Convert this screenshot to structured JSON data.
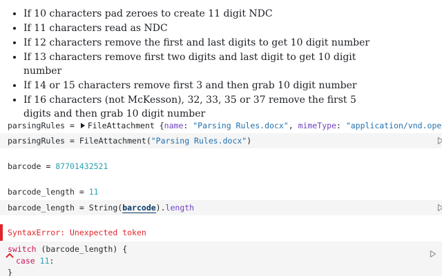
{
  "bullets": [
    "If 10 characters pad zeroes to create 11 digit NDC",
    "If 11 characters read as NDC",
    "If 12 characters remove the first and last digits to get 10 digit number",
    "If 13 characters remove first two digits and last digit to get 10 digit number",
    "If 14 or 15 characters remove first 3 and then grab 10 digit number",
    "If 16 characters (not McKesson), 32, 33, 35 or 37 remove the first 5 digits and then grab 10 digit number"
  ],
  "output1": {
    "var": "parsingRules",
    "eq": " = ",
    "type": "FileAttachment",
    "open": " {",
    "k1": "name",
    "colon1": ": ",
    "v1": "\"Parsing Rules.docx\"",
    "sep": ", ",
    "k2": "mimeType",
    "colon2": ": ",
    "v2": "\"application/vnd.openxmlfo"
  },
  "input1": {
    "var": "parsingRules",
    "eq": " = ",
    "fn": "FileAttachment",
    "open": "(",
    "arg": "\"Parsing Rules.docx\"",
    "close": ")"
  },
  "output2": {
    "var": "barcode",
    "eq": " = ",
    "value": "87701432521"
  },
  "output3": {
    "var": "barcode_length",
    "eq": " = ",
    "value": "11"
  },
  "input2": {
    "var": "barcode_length",
    "eq": " = ",
    "fn": "String",
    "open": "(",
    "arg": "barcode",
    "close": ")",
    "dot": ".",
    "prop": "length"
  },
  "error": {
    "text": "SyntaxError: Unexpected token"
  },
  "input3": {
    "line1_kw": "switch",
    "line1_open": " (",
    "line1_var": "barcode_length",
    "line1_close": ") {",
    "line2_kw": "case",
    "line2_sp": " ",
    "line2_num": "11",
    "line2_colon": ":",
    "line3": "}"
  },
  "colors": {
    "error": "#e0252a",
    "string": "#1f6fae",
    "number": "#2aa1b3",
    "keyword": "#c2185b",
    "property": "#6f42c1"
  },
  "icons": {
    "run": "play-icon",
    "expand": "triangle-right-icon",
    "error_caret": "caret-up-icon"
  }
}
